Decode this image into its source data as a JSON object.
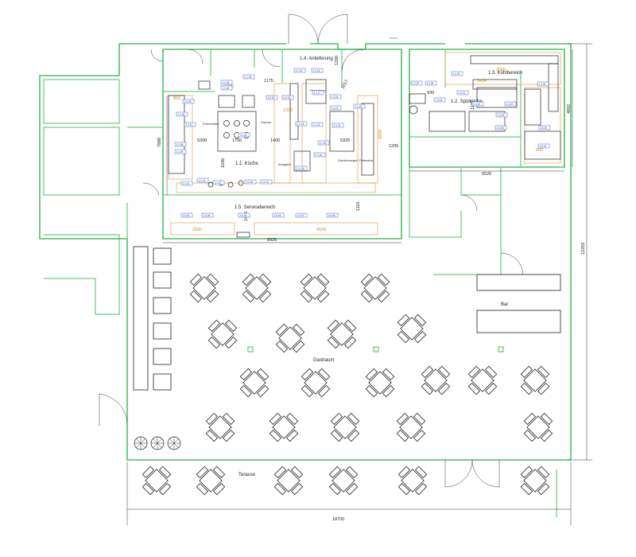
{
  "rooms": {
    "kitchen": "1.1. Küche",
    "dish": "1.2. Spülküche",
    "cold": "1.3. Kühlbereich",
    "delivery": "1.4. Anlieferung",
    "service": "1.5. Servicebereich",
    "dining": "Gastraum",
    "bar": "Bar",
    "terrace": "Terasse"
  },
  "labels": {
    "sauna": "Saucier",
    "entremetier": "Entremetier",
    "garde": "Gardemanger/ Patisserie",
    "produktion": "Produktion",
    "ausgabe": "Ausgabe"
  },
  "dimensions": {
    "overall_width": "18700",
    "overall_height": "12255",
    "kitchen_height": "7880",
    "kitchen_width": "8925",
    "dish_width": "6520",
    "cold_height": "4992",
    "d1200": "1200",
    "d1175": "1175",
    "d1017": "1017",
    "d930": "930",
    "d1205": "1205",
    "d1172": "1172",
    "d5200": "5200",
    "d1700": "1700",
    "d1400": "1400",
    "d5325": "5325",
    "d1045": "1045",
    "d1475": "1475",
    "d1110": "1110",
    "o1700": "1700",
    "o2000": "2000",
    "o3434": "3434",
    "o800": "800",
    "o600": "600",
    "o1200": "1200",
    "o2560": "2560",
    "o4500": "4500",
    "o3200": "3200"
  },
  "tags": [
    "1.1.03",
    "1.1.04",
    "1.1.05",
    "1.1.06",
    "1.1.08",
    "1.1.09",
    "1.1.10",
    "1.1.12",
    "1.1.13",
    "1.1.14",
    "1.1.15",
    "1.1.16",
    "1.1.17",
    "1.1.18",
    "1.1.19",
    "1.1.20",
    "1.1.21",
    "1.1.22",
    "1.1.24",
    "1.1.25",
    "1.1.26",
    "1.1.28",
    "1.2.01",
    "1.2.02",
    "1.2.03",
    "1.2.04",
    "1.2.05",
    "1.2.06",
    "1.2.07",
    "1.2.08",
    "1.3.01",
    "1.3.02",
    "1.3.03",
    "1.3.04",
    "1.4.01",
    "1.4.02",
    "1.4.03",
    "1.4.04",
    "1.5.01",
    "1.5.02",
    "1.5.03",
    "1.5.04",
    "1.5.05",
    "1.5.06",
    "1.5.07",
    "1.5.08"
  ],
  "colors": {
    "wall": "#4bbf66",
    "line": "#222222",
    "dimension": "#e0a050",
    "tag": "#1a3fb0"
  }
}
